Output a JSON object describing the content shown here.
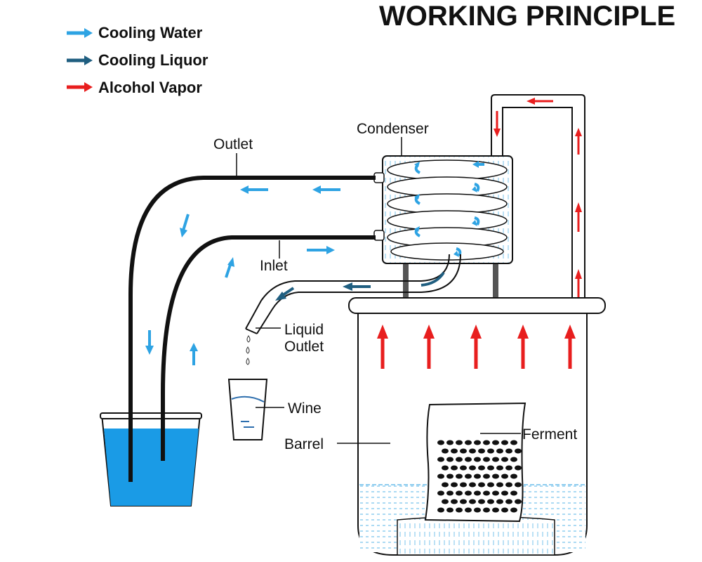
{
  "title": "WORKING PRINCIPLE",
  "legend": [
    {
      "label": "Cooling Water",
      "color": "#2ea3e3"
    },
    {
      "label": "Cooling Liquor",
      "color": "#1f5e80"
    },
    {
      "label": "Alcohol Vapor",
      "color": "#e81e1e"
    }
  ],
  "labels": {
    "condenser": "Condenser",
    "outlet": "Outlet",
    "inlet": "Inlet",
    "liquid_outlet_1": "Liquid",
    "liquid_outlet_2": "Outlet",
    "wine": "Wine",
    "barrel": "Barrel",
    "ferment": "Ferment"
  },
  "colors": {
    "water": "#1a9be6",
    "coil_arrow": "#2ea3e3",
    "liquor": "#1f5e80",
    "vapor": "#e81e1e",
    "line": "#111111"
  }
}
